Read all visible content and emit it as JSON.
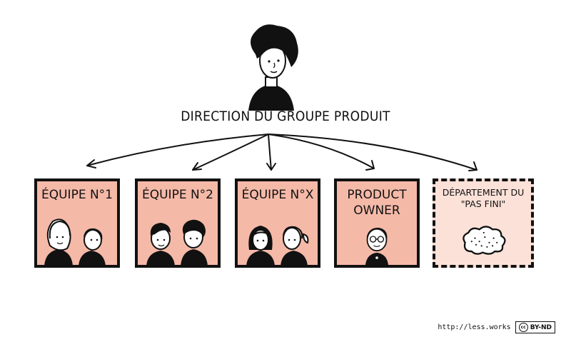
{
  "title": "DIRECTION DU GROUPE PRODUIT",
  "boxes": [
    {
      "label": "ÉQUIPE N°1"
    },
    {
      "label": "ÉQUIPE N°2"
    },
    {
      "label": "ÉQUIPE N°X"
    },
    {
      "label": "PRODUCT\nOWNER"
    },
    {
      "label": "DÉPARTEMENT DU\n\"PAS FINI\""
    }
  ],
  "footer": {
    "url": "http://less.works",
    "license": "BY-ND",
    "cc": "cc"
  },
  "colors": {
    "box_fill": "#f5b9a8",
    "dashed_fill": "#fbe1d8",
    "ink": "#111111"
  }
}
